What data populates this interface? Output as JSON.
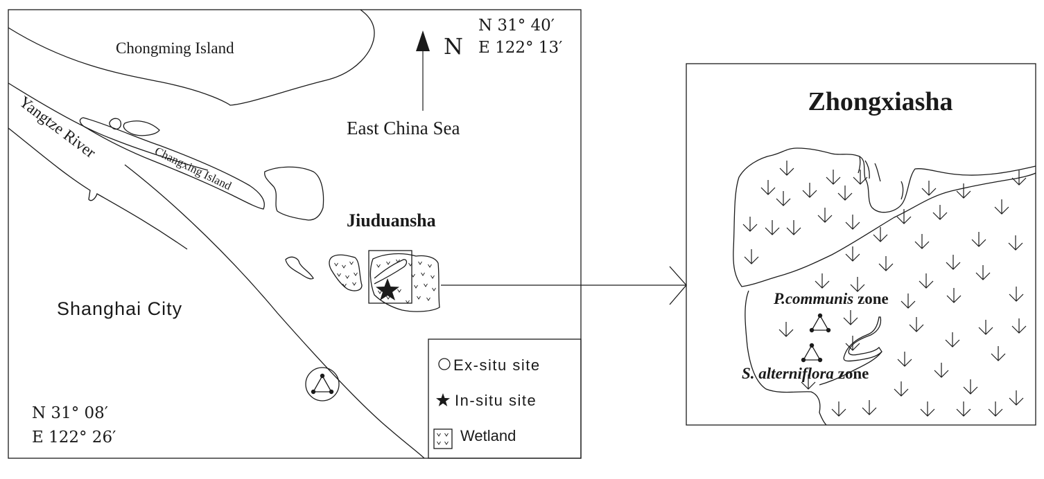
{
  "main_map": {
    "coord_ne": {
      "lat": "N 31° 40′",
      "lon": "E 122° 13′"
    },
    "coord_sw": {
      "lat": "N 31° 08′",
      "lon": "E 122° 26′"
    },
    "north_label": "N",
    "labels": {
      "chongming": "Chongming Island",
      "east_china_sea": "East China Sea",
      "yangtze": "Yangtze River",
      "changxing": "Changxing Island",
      "jiuduansha": "Jiuduansha",
      "shanghai": "Shanghai City"
    }
  },
  "legend": {
    "items": [
      {
        "label": "Ex-situ site",
        "symbol": "circle-icon"
      },
      {
        "label": "In-situ site",
        "symbol": "star-icon"
      },
      {
        "label": "Wetland",
        "symbol": "wetland-icon"
      }
    ]
  },
  "inset": {
    "title": "Zhongxiasha",
    "zone_p": {
      "italic": "P.communis",
      "plain": " zone"
    },
    "zone_s": {
      "italic": "S. alterniflora",
      "plain": " zone"
    }
  }
}
